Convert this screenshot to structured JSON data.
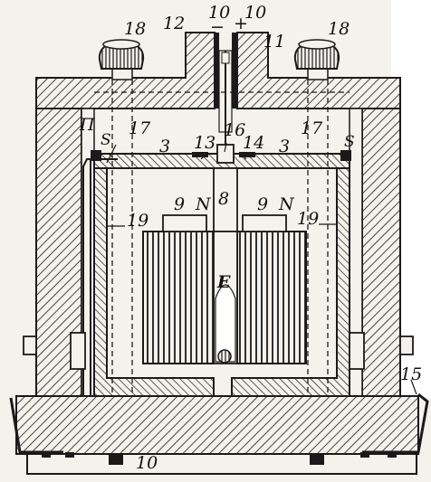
{
  "labels": {
    "l18a": "18",
    "l12": "12",
    "l10a": "10",
    "lminus": "−",
    "lplus": "+",
    "l10b": "10",
    "l11": "11",
    "l18b": "18",
    "lP": "П",
    "lSa": "S",
    "l17a": "17",
    "l16": "16",
    "l17b": "17",
    "l3a": "3",
    "l13": "13",
    "l14": "14",
    "l3b": "3",
    "lSb": "S",
    "l9a": "9",
    "lNa": "N",
    "l8": "8",
    "l9b": "9",
    "lNb": "N",
    "l19a": "19",
    "l19b": "19",
    "lE": "E",
    "l15": "15",
    "l10c": "10"
  },
  "colors": {
    "ink": "#1a1a1a",
    "paper": "#f4f2ec",
    "white": "#ffffff"
  }
}
